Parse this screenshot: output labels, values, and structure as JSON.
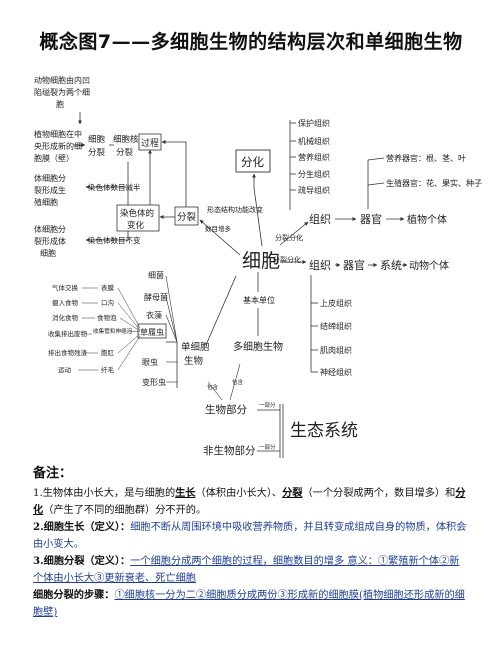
{
  "title": "概念图7——多细胞生物的结构层次和单细胞生物",
  "diagram": {
    "left_top": [
      "动物细胞由内凹",
      "陷缢裂为两个细",
      "胞"
    ],
    "plant_division": [
      "植物细胞在中",
      "央形成新的细",
      "胞膜（壁）"
    ],
    "cell_division": [
      "细胞",
      "分裂"
    ],
    "nucleus_division": [
      "细胞核",
      "分裂"
    ],
    "process": "过程",
    "body_cell": [
      "体细胞分",
      "裂形成生",
      "殖细胞"
    ],
    "chromosome_halved": "染色体数目减半",
    "body_cell2": [
      "体细胞分",
      "裂形成体",
      "细胞"
    ],
    "chromosome_same": "染色体数目不变",
    "chromosome_change": [
      "染色体的",
      "变化"
    ],
    "division": "分裂",
    "differentiation": "分化",
    "shape_change": "形态结构功能改变",
    "number_increase": "数目增多",
    "cell": "细胞",
    "division_diff": "分裂分化",
    "division_diff2": "分裂分化",
    "tissue_list_plant": [
      "保护组织",
      "机械组织",
      "营养组织",
      "分生组织",
      "疏导组织"
    ],
    "tissue_plant": "组织",
    "organ_plant": "器官",
    "plant_body": "植物个体",
    "nutrient_organs": "营养器官：根、茎、叶",
    "reproductive_organs": "生殖器官：花、果实、种子",
    "tissue_animal": "组织",
    "organ_animal": "器官",
    "system_animal": "系统",
    "animal_body": "动物个体",
    "tissue_list_animal": [
      "上皮组织",
      "结缔组织",
      "肌肉组织",
      "神经组织"
    ],
    "basic_unit": "基本单位",
    "multicell": "多细胞生物",
    "unicell": [
      "单细胞",
      "生物"
    ],
    "examples": [
      "细菌",
      "酵母菌",
      "衣藻",
      "草履虫",
      "眼虫",
      "变形虫"
    ],
    "paramecium_parts_left": [
      "气体交换",
      "摄入食物",
      "消化食物",
      "收集排出废物",
      "排出食物残渣",
      "运动"
    ],
    "paramecium_parts_right": [
      "表膜",
      "口沟",
      "食物泡",
      "收集管和伸缩泡",
      "胞肛",
      "纤毛"
    ],
    "biotic": "生物部分",
    "abiotic": "非生物部分",
    "ecosystem": "生态系统",
    "contains1": "包含",
    "contains2": "包含",
    "part1": "一部分",
    "part2": "一部分"
  },
  "notes": {
    "heading": "备注：",
    "n1_a": "1.生物体由小长大，是与细胞的",
    "n1_growth": "生长",
    "n1_b": "（体积由小长大）、",
    "n1_division": "分裂",
    "n1_c": "（一个分裂成两个，数目增多）和",
    "n1_diff": "分化",
    "n1_d": "（产生了不同的细胞群）分不开的。",
    "n2_label": "2.细胞生长（定义）：",
    "n2_text": "细胞不断从周围环境中吸收营养物质，并且转变成组成自身的物质，体积会由小变大。",
    "n3_label": "3.细胞分裂（定义）：",
    "n3_text": "一个细胞分成两个细胞的过程，细胞数目的增多  意义：①繁殖新个体②新个体由小长大③更新衰老、死亡细胞",
    "n4_label": "细胞分裂的步骤：",
    "n4_text": "①细胞核一分为二②细胞质分成两份③形成新的细胞膜(植物细胞还形成新的细胞壁)"
  }
}
